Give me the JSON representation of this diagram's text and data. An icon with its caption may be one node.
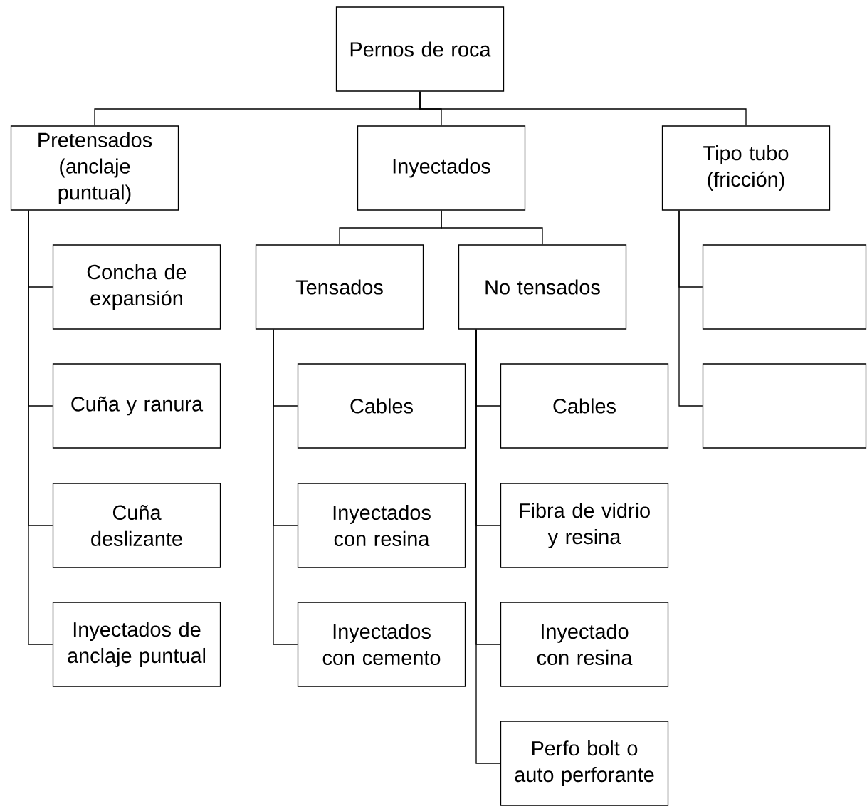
{
  "diagram": {
    "nodes": [
      {
        "text": [
          "Pernos de roca"
        ]
      },
      {
        "text": [
          "Pretensados (anclaje puntual)"
        ]
      },
      {
        "text": [
          "Inyectados"
        ]
      },
      {
        "text": [
          "Tipo tubo (fricción)"
        ]
      },
      {
        "text": [
          "Tensados"
        ]
      },
      {
        "text": [
          "No tensados"
        ]
      },
      {
        "text": [
          "Concha de expansión"
        ]
      },
      {
        "text": [
          "Cuña y ranura"
        ]
      },
      {
        "text": [
          "Cuña deslizante"
        ]
      },
      {
        "text": [
          "Inyectados de anclaje puntual"
        ]
      },
      {
        "text": [
          "Cables"
        ]
      },
      {
        "text": [
          "Inyectados con resina"
        ]
      },
      {
        "text": [
          "Inyectados con cemento"
        ]
      },
      {
        "text": [
          "Cables"
        ]
      },
      {
        "text": [
          "Fibra de vidrio y resina"
        ]
      },
      {
        "text": [
          "Inyectado con resina"
        ]
      },
      {
        "text": [
          "Perfo bolt o auto perforante"
        ]
      },
      {
        "text": [],
        "shape": "box"
      },
      {
        "text": [],
        "shape": "box"
      }
    ],
    "edges": [
      {
        "from": 0,
        "to": 1,
        "arrow": "none"
      },
      {
        "from": 0,
        "to": 2,
        "arrow": "none"
      },
      {
        "from": 0,
        "to": 3,
        "arrow": "none"
      },
      {
        "from": 2,
        "to": 4,
        "arrow": "none"
      },
      {
        "from": 2,
        "to": 5,
        "arrow": "none"
      },
      {
        "from": 1,
        "to": 6,
        "arrow": "none"
      },
      {
        "from": 1,
        "to": 7,
        "arrow": "none"
      },
      {
        "from": 1,
        "to": 8,
        "arrow": "none"
      },
      {
        "from": 1,
        "to": 9,
        "arrow": "none"
      },
      {
        "from": 4,
        "to": 10,
        "arrow": "none"
      },
      {
        "from": 4,
        "to": 11,
        "arrow": "none"
      },
      {
        "from": 4,
        "to": 12,
        "arrow": "none"
      },
      {
        "from": 5,
        "to": 13,
        "arrow": "none"
      },
      {
        "from": 5,
        "to": 14,
        "arrow": "none"
      },
      {
        "from": 5,
        "to": 15,
        "arrow": "none"
      },
      {
        "from": 5,
        "to": 16,
        "arrow": "none"
      },
      {
        "from": 3,
        "to": 17,
        "arrow": "none"
      },
      {
        "from": 3,
        "to": 18,
        "arrow": "none"
      }
    ]
  }
}
